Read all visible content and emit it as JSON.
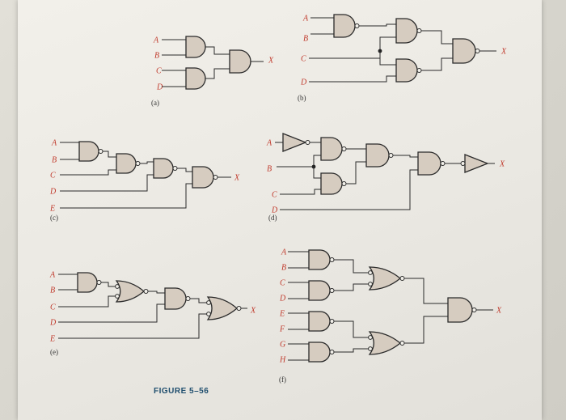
{
  "figure_caption": "FIGURE 5–56",
  "circuits": [
    {
      "id": "a",
      "caption": "(a)",
      "inputs": [
        "A",
        "B",
        "C",
        "D"
      ],
      "output": "X"
    },
    {
      "id": "b",
      "caption": "(b)",
      "inputs": [
        "A",
        "B",
        "C",
        "D"
      ],
      "output": "X"
    },
    {
      "id": "c",
      "caption": "(c)",
      "inputs": [
        "A",
        "B",
        "C",
        "D",
        "E"
      ],
      "output": "X"
    },
    {
      "id": "d",
      "caption": "(d)",
      "inputs": [
        "A",
        "B",
        "C",
        "D"
      ],
      "output": "X"
    },
    {
      "id": "e",
      "caption": "(e)",
      "inputs": [
        "A",
        "B",
        "C",
        "D",
        "E"
      ],
      "output": "X"
    },
    {
      "id": "f",
      "caption": "(f)",
      "inputs": [
        "A",
        "B",
        "C",
        "D",
        "E",
        "F",
        "G",
        "H"
      ],
      "output": "X"
    }
  ],
  "colors": {
    "label": "#c0392b",
    "caption": "#1f4e6e",
    "gate_fill": "#d6ccc0",
    "ink": "#2a2a2a"
  }
}
